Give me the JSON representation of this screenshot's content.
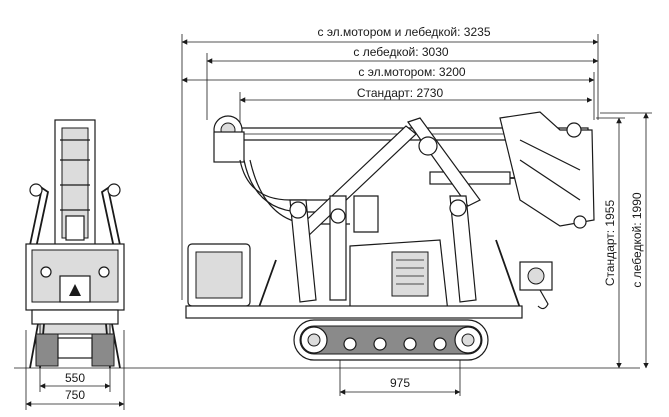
{
  "dimensions": {
    "top_1": "с эл.мотором и лебедкой: 3235",
    "top_2": "с лебедкой: 3030",
    "top_3": "с эл.мотором: 3200",
    "top_4": "Стандарт: 2730",
    "vertical_1": "Стандарт: 1955",
    "vertical_2": "с лебедкой: 1990",
    "bottom_left_1": "550",
    "bottom_left_2": "750",
    "bottom_track": "975"
  }
}
